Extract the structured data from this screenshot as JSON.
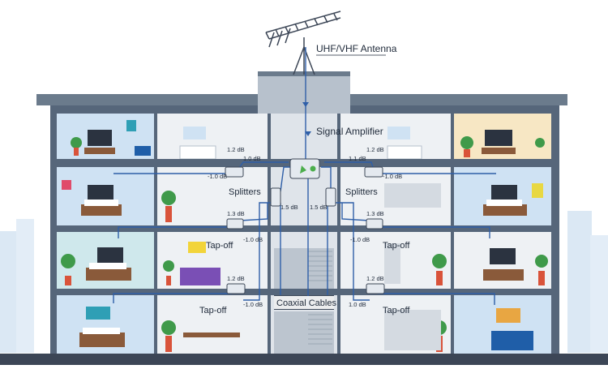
{
  "labels": {
    "antenna": "UHF/VHF Antenna",
    "amplifier": "Signal Amplifier",
    "splitters_left": "Splitters",
    "splitters_right": "Splitters",
    "tapoff_left_mid": "Tap-off",
    "tapoff_right_mid": "Tap-off",
    "tapoff_left_low": "Tap-off",
    "tapoff_right_low": "Tap-off",
    "coax": "Coaxial Cables"
  },
  "db": {
    "f1_left_top": "1.2 dB",
    "f1_left_mid": "1.0 dB",
    "f1_left_out": "-1.0 dB",
    "f1_right_top": "1.2 dB",
    "f1_right_mid": "1.1 dB",
    "f1_right_out": "-1.0 dB",
    "split_left": "1.5 dB",
    "split_right": "1.5 dB",
    "f2_left_top": "1.3 dB",
    "f2_left_out": "-1.0 dB",
    "f2_right_top": "1.3 dB",
    "f2_right_out": "-1.0 dB",
    "f3_left_top": "1.2 dB",
    "f3_left_out": "-1.0 dB",
    "f3_right_top": "1.2 dB",
    "f3_right_out": "1.0 dB"
  },
  "colors": {
    "sky": "#dbe8f4",
    "frame": "#5f6f80",
    "cable": "#2f5fa8",
    "left_apt_blue": "#cfe2f3",
    "left_apt_teal": "#cfe8ec",
    "right_apt_warm": "#f7e7c4",
    "inner_room": "#eef1f4",
    "core": "#dfe4ea",
    "device": "#e4e9ef",
    "amp_led": "#4cae4c",
    "sofa_purple": "#7a4fb5",
    "sofa_blue": "#1f5ea8",
    "plant": "#3f9a4a",
    "pot": "#d9533a"
  }
}
